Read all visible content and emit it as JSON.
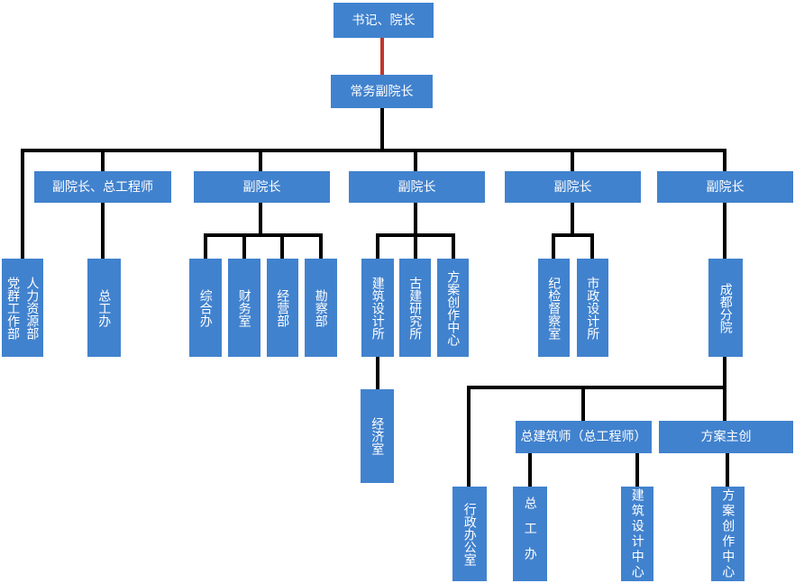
{
  "colors": {
    "box_fill": "#4182CE",
    "box_text": "#FFFFFF",
    "connector": "#000000",
    "red_connector": "#BF362E",
    "background": "#FFFFFF"
  },
  "org": {
    "root": {
      "label": "书记、院长"
    },
    "exec": {
      "label": "常务副院长"
    },
    "direct_dept_box": {
      "left_label": "党群工作部",
      "right_label": "人力资源部"
    },
    "branches": [
      {
        "head": "副院长、总工程师",
        "children": [
          "总工办"
        ]
      },
      {
        "head": "副院长",
        "children": [
          "综合办",
          "财务室",
          "经营部",
          "勘察部"
        ]
      },
      {
        "head": "副院长",
        "children": [
          "建筑设计所",
          "古建研究所",
          "方案创作中心"
        ]
      },
      {
        "head": "副院长",
        "children": [
          "纪检督察室",
          "市政设计所"
        ]
      },
      {
        "head": "副院长",
        "children": [
          "成都分院"
        ]
      }
    ],
    "economy_office": "经济室",
    "chengdu_branch": {
      "direct_child": "行政办公室",
      "groups": [
        {
          "head": "总建筑师（总工程师）",
          "children": [
            "总工办",
            "建筑设计中心"
          ]
        },
        {
          "head": "方案主创",
          "children": [
            "方案创作中心"
          ]
        }
      ]
    }
  }
}
